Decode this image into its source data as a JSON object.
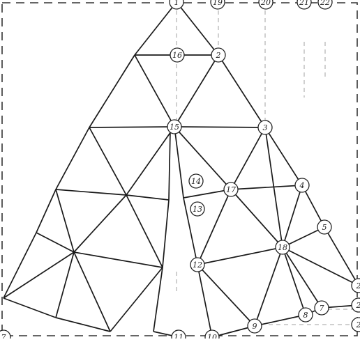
{
  "diagram": {
    "border_style": "dashed",
    "line_color": "#1a1a1a",
    "guide_color": "#9a9a9a",
    "node_fill": "#ffffff",
    "nodes": [
      {
        "id": "n1",
        "label": "1"
      },
      {
        "id": "n2",
        "label": "2"
      },
      {
        "id": "n3",
        "label": "3"
      },
      {
        "id": "n4",
        "label": "4"
      },
      {
        "id": "n5",
        "label": "5"
      },
      {
        "id": "n7a",
        "label": "7"
      },
      {
        "id": "n7b",
        "label": "7"
      },
      {
        "id": "n8",
        "label": "8"
      },
      {
        "id": "n9",
        "label": "9"
      },
      {
        "id": "n10",
        "label": "10"
      },
      {
        "id": "n11",
        "label": "11"
      },
      {
        "id": "n12",
        "label": "12"
      },
      {
        "id": "n13",
        "label": "13"
      },
      {
        "id": "n14",
        "label": "14"
      },
      {
        "id": "n15",
        "label": "15"
      },
      {
        "id": "n16",
        "label": "16"
      },
      {
        "id": "n17",
        "label": "17"
      },
      {
        "id": "n18",
        "label": "18"
      },
      {
        "id": "n19",
        "label": "19"
      },
      {
        "id": "n20",
        "label": "20"
      },
      {
        "id": "n21",
        "label": "21"
      },
      {
        "id": "n22",
        "label": "22"
      },
      {
        "id": "n2r",
        "label": "2"
      },
      {
        "id": "n2s",
        "label": "2"
      },
      {
        "id": "n2t",
        "label": "2"
      }
    ]
  }
}
